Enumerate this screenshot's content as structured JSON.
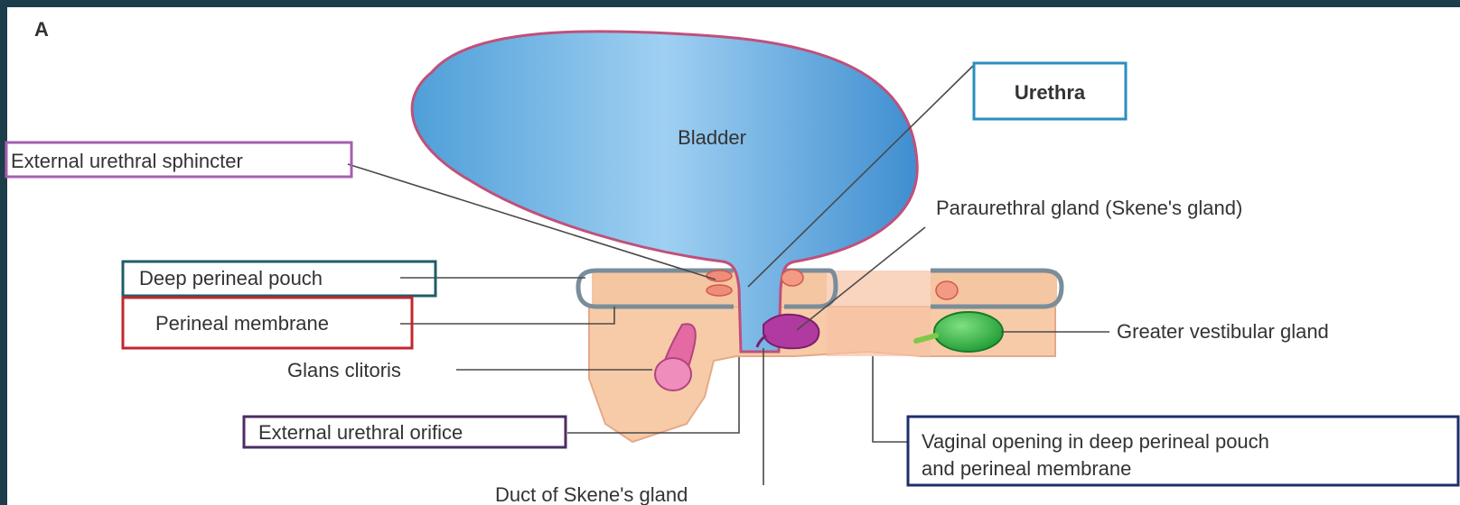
{
  "panel_letter": "A",
  "labels": {
    "bladder": "Bladder",
    "urethra": "Urethra",
    "external_urethral_sphincter": "External urethral sphincter",
    "paraurethral_gland": "Paraurethral gland (Skene's gland)",
    "deep_perineal_pouch": "Deep perineal pouch",
    "perineal_membrane": "Perineal membrane",
    "greater_vestibular_gland": "Greater vestibular gland",
    "glans_clitoris": "Glans clitoris",
    "external_urethral_orifice": "External urethral orifice",
    "duct_of_skenes_gland": "Duct of Skene's gland",
    "vaginal_opening_line1": "Vaginal opening in deep perineal pouch",
    "vaginal_opening_line2": "and perineal membrane"
  },
  "colors": {
    "frame": "#1c3d4a",
    "background": "#ffffff",
    "bladder": "#6fb6e6",
    "bladder_outline": "#c0507a",
    "tissue": "#f7cba7",
    "membrane": "#c9d2da",
    "gland_purple": "#b03aa0",
    "gland_green": "#29b042",
    "clitoris": "#e46aa4",
    "box_urethra": "#2a8fbf",
    "box_sphincter": "#a65fb0",
    "box_pouch": "#1f5c66",
    "box_membrane": "#c0272d",
    "box_orifice": "#4c2d63",
    "box_vaginal": "#1d2f6b"
  }
}
